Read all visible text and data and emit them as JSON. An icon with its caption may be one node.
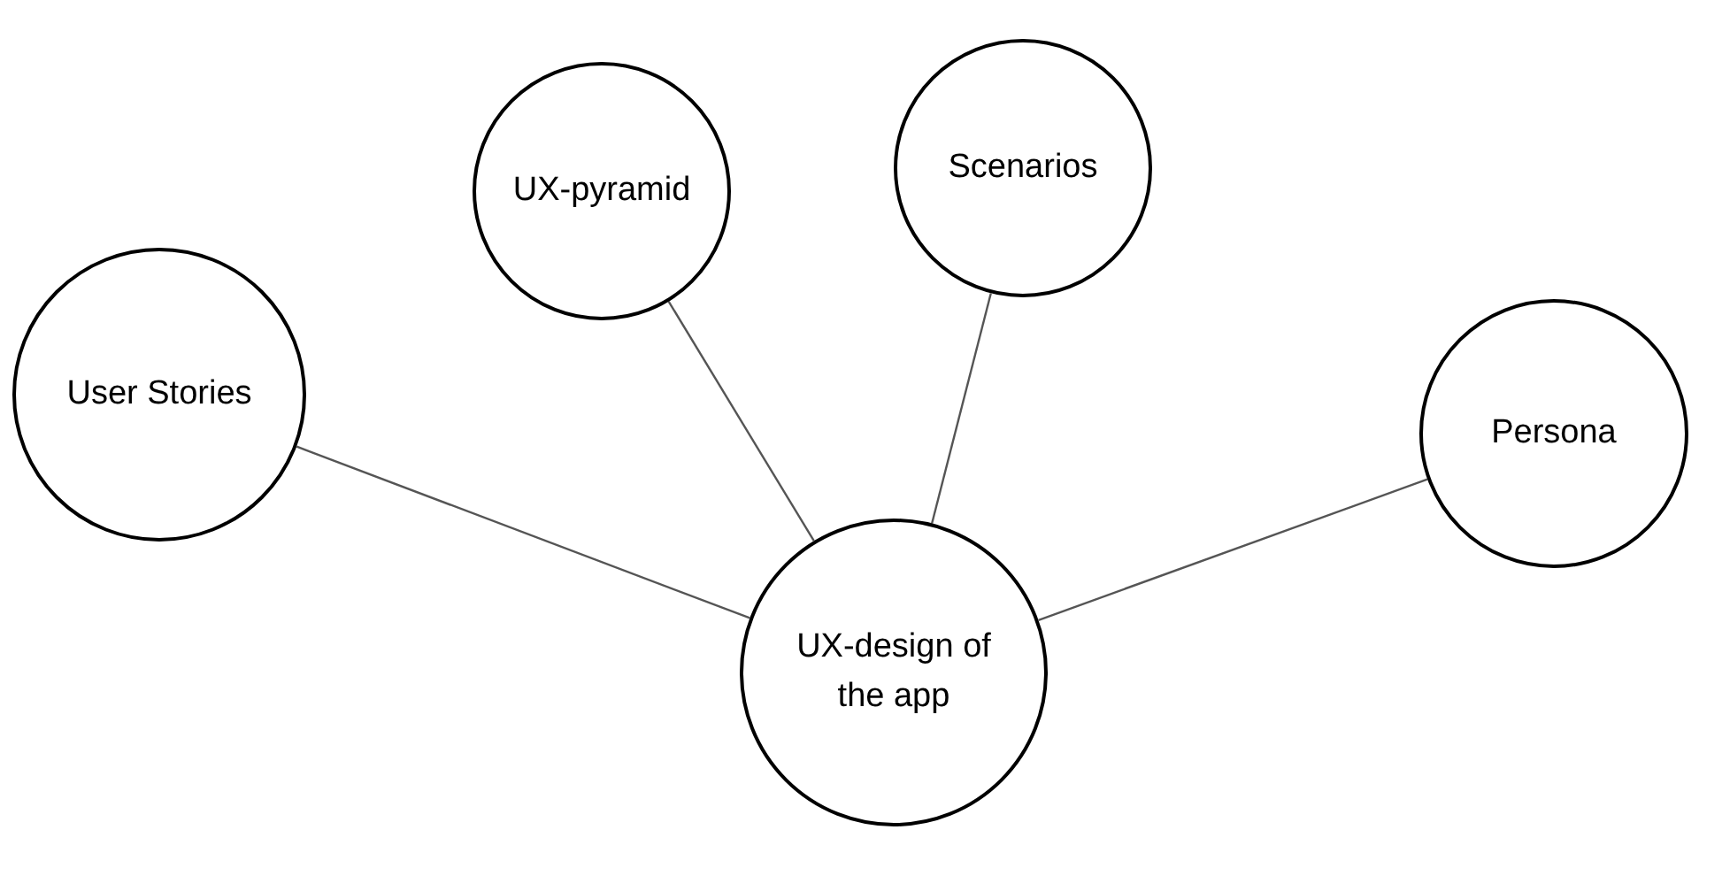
{
  "diagram": {
    "nodes": [
      {
        "text": [
          "User Stories"
        ]
      },
      {
        "text": [
          "UX-pyramid"
        ]
      },
      {
        "text": [
          "Scenarios"
        ]
      },
      {
        "text": [
          "Persona"
        ]
      },
      {
        "text": [
          "UX-design of the app"
        ]
      }
    ],
    "edges": [
      {
        "from": 4,
        "to": 0,
        "arrow": "none"
      },
      {
        "from": 4,
        "to": 1,
        "arrow": "none"
      },
      {
        "from": 4,
        "to": 2,
        "arrow": "none"
      },
      {
        "from": 4,
        "to": 3,
        "arrow": "none"
      }
    ]
  }
}
